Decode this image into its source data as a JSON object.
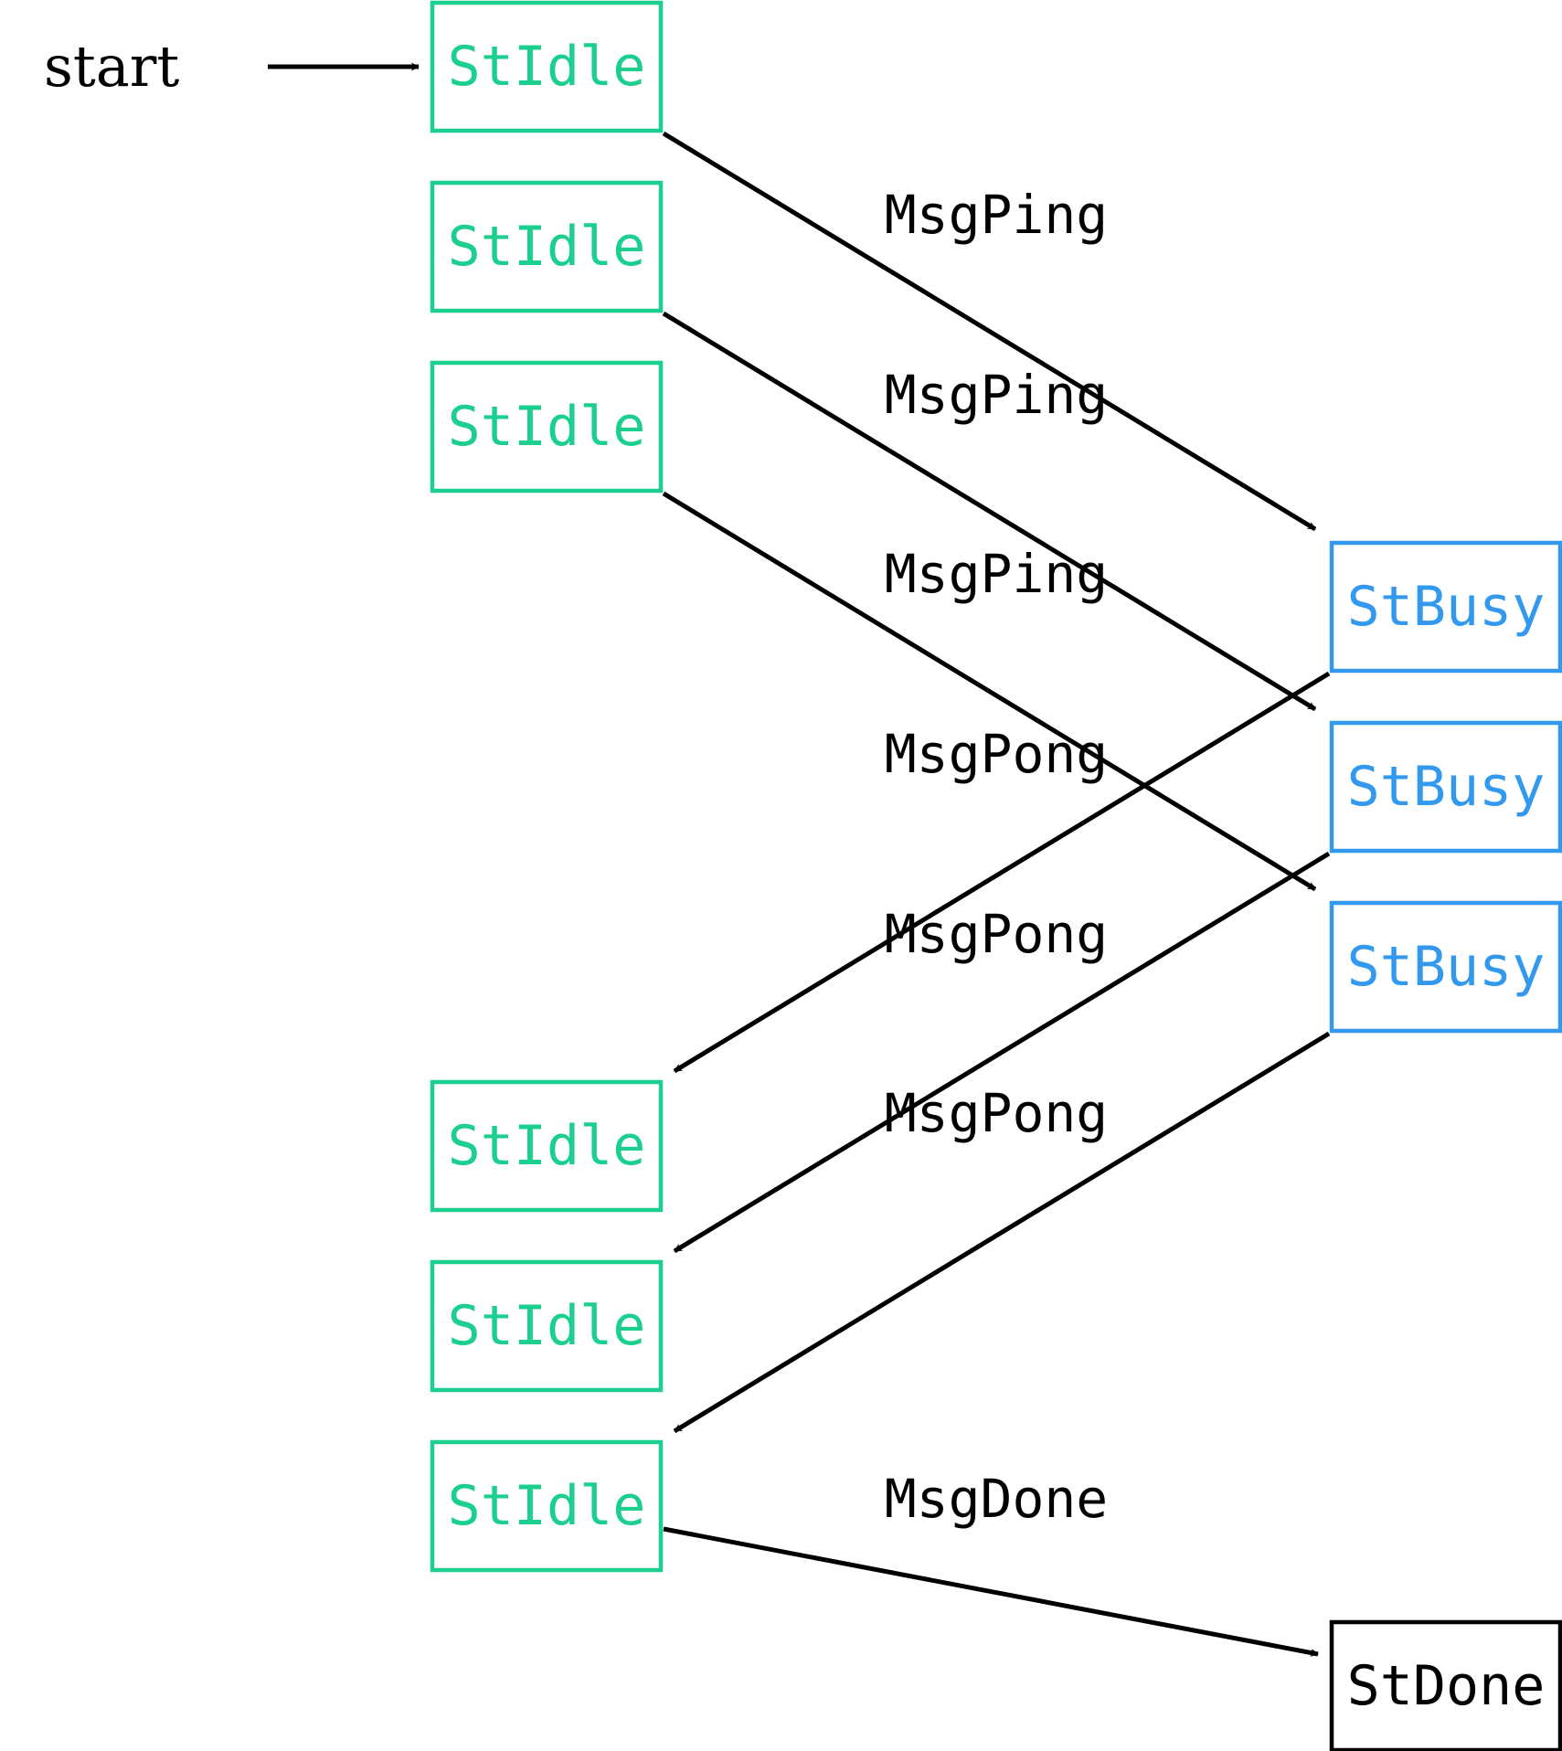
{
  "start_label": "start",
  "colors": {
    "idle": "#1ccf8f",
    "busy": "#3399ee",
    "done": "#000000",
    "edge": "#000000"
  },
  "states": [
    {
      "id": "idle-1",
      "label": "StIdle",
      "kind": "idle"
    },
    {
      "id": "idle-2",
      "label": "StIdle",
      "kind": "idle"
    },
    {
      "id": "idle-3",
      "label": "StIdle",
      "kind": "idle"
    },
    {
      "id": "busy-1",
      "label": "StBusy",
      "kind": "busy"
    },
    {
      "id": "busy-2",
      "label": "StBusy",
      "kind": "busy"
    },
    {
      "id": "busy-3",
      "label": "StBusy",
      "kind": "busy"
    },
    {
      "id": "idle-4",
      "label": "StIdle",
      "kind": "idle"
    },
    {
      "id": "idle-5",
      "label": "StIdle",
      "kind": "idle"
    },
    {
      "id": "idle-6",
      "label": "StIdle",
      "kind": "idle"
    },
    {
      "id": "done-1",
      "label": "StDone",
      "kind": "done"
    }
  ],
  "transitions": [
    {
      "from": "idle-1",
      "to": "busy-1",
      "label": "MsgPing"
    },
    {
      "from": "idle-2",
      "to": "busy-2",
      "label": "MsgPing"
    },
    {
      "from": "idle-3",
      "to": "busy-3",
      "label": "MsgPing"
    },
    {
      "from": "busy-1",
      "to": "idle-4",
      "label": "MsgPong"
    },
    {
      "from": "busy-2",
      "to": "idle-5",
      "label": "MsgPong"
    },
    {
      "from": "busy-3",
      "to": "idle-6",
      "label": "MsgPong"
    },
    {
      "from": "idle-6",
      "to": "done-1",
      "label": "MsgDone"
    }
  ]
}
